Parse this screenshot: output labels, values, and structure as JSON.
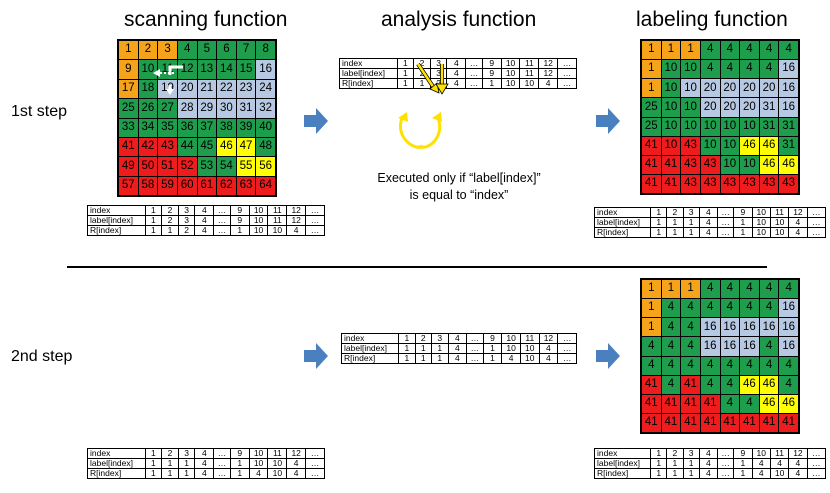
{
  "headings": {
    "scanning": "scanning function",
    "analysis": "analysis function",
    "labeling": "labeling function"
  },
  "steps": {
    "first": "1st step",
    "second": "2nd step"
  },
  "note": {
    "line1": "Executed only if “label[index]”",
    "line2": "is equal to “index”"
  },
  "colors": {
    "orange": "#f5a31a",
    "green": "#1e9e4c",
    "blue": "#b7c9e2",
    "yellow": "#ffff00",
    "red": "#ee1c1c",
    "arrow": "#4a7fc0"
  },
  "grids": {
    "scan": {
      "colors": [
        "OOOGGGGG",
        "OGGGGGGB",
        "OGBBBBBB",
        "GGGBBBBB",
        "GGGGGGGG",
        "RRRGGYYG",
        "RRRRGGYY",
        "RRRRRRRR"
      ],
      "values": [
        [
          "1",
          "2",
          "3",
          "4",
          "5",
          "6",
          "7",
          "8"
        ],
        [
          "9",
          "10",
          "11",
          "12",
          "13",
          "14",
          "15",
          "16"
        ],
        [
          "17",
          "18",
          "19",
          "20",
          "21",
          "22",
          "23",
          "24"
        ],
        [
          "25",
          "26",
          "27",
          "28",
          "29",
          "30",
          "31",
          "32"
        ],
        [
          "33",
          "34",
          "35",
          "36",
          "37",
          "38",
          "39",
          "40"
        ],
        [
          "41",
          "42",
          "43",
          "44",
          "45",
          "46",
          "47",
          "48"
        ],
        [
          "49",
          "50",
          "51",
          "52",
          "53",
          "54",
          "55",
          "56"
        ],
        [
          "57",
          "58",
          "59",
          "60",
          "61",
          "62",
          "63",
          "64"
        ]
      ]
    },
    "label1": {
      "colors": [
        "OOOGGGGG",
        "OGGGGGGB",
        "OGBBBBBB",
        "GGGBBBBB",
        "GGGGGGGG",
        "RRRGGYYG",
        "RRRRGGYY",
        "RRRRRRRR"
      ],
      "values": [
        [
          "1",
          "1",
          "1",
          "4",
          "4",
          "4",
          "4",
          "4"
        ],
        [
          "1",
          "10",
          "10",
          "4",
          "4",
          "4",
          "4",
          "16"
        ],
        [
          "1",
          "10",
          "10",
          "20",
          "20",
          "20",
          "20",
          "16"
        ],
        [
          "25",
          "10",
          "10",
          "20",
          "20",
          "20",
          "31",
          "16"
        ],
        [
          "25",
          "10",
          "10",
          "10",
          "10",
          "10",
          "31",
          "31"
        ],
        [
          "41",
          "10",
          "43",
          "10",
          "10",
          "46",
          "46",
          "31"
        ],
        [
          "41",
          "41",
          "43",
          "43",
          "10",
          "10",
          "46",
          "46"
        ],
        [
          "41",
          "41",
          "43",
          "43",
          "43",
          "43",
          "43",
          "43"
        ]
      ]
    },
    "label2": {
      "colors": [
        "OOOGGGGG",
        "OGGGGGGB",
        "OGGBBBBB",
        "GGGBBBGB",
        "GGGGGGGG",
        "RGRGGYYG",
        "RRRRGGYY",
        "RRRRRRRR"
      ],
      "values": [
        [
          "1",
          "1",
          "1",
          "4",
          "4",
          "4",
          "4",
          "4"
        ],
        [
          "1",
          "4",
          "4",
          "4",
          "4",
          "4",
          "4",
          "16"
        ],
        [
          "1",
          "4",
          "4",
          "16",
          "16",
          "16",
          "16",
          "16"
        ],
        [
          "4",
          "4",
          "4",
          "16",
          "16",
          "16",
          "4",
          "16"
        ],
        [
          "4",
          "4",
          "4",
          "4",
          "4",
          "4",
          "4",
          "4"
        ],
        [
          "41",
          "4",
          "41",
          "4",
          "4",
          "46",
          "46",
          "4"
        ],
        [
          "41",
          "41",
          "41",
          "41",
          "4",
          "4",
          "46",
          "46"
        ],
        [
          "41",
          "41",
          "41",
          "41",
          "41",
          "41",
          "41",
          "41"
        ]
      ]
    }
  },
  "tables": {
    "s1_scan": {
      "index": [
        "index",
        "1",
        "2",
        "3",
        "4",
        "…",
        "9",
        "10",
        "11",
        "12",
        "…"
      ],
      "label": [
        "label[index]",
        "1",
        "2",
        "3",
        "4",
        "…",
        "9",
        "10",
        "11",
        "12",
        "…"
      ],
      "r": [
        "R[index]",
        "1",
        "1",
        "2",
        "4",
        "…",
        "1",
        "10",
        "10",
        "4",
        "…"
      ]
    },
    "s1_analysis": {
      "index": [
        "index",
        "1",
        "2",
        "3",
        "4",
        "…",
        "9",
        "10",
        "11",
        "12",
        "…"
      ],
      "label": [
        "label[index]",
        "1",
        "2",
        "3",
        "4",
        "…",
        "9",
        "10",
        "11",
        "12",
        "…"
      ],
      "r": [
        "R[index]",
        "1",
        "1",
        "2",
        "4",
        "…",
        "1",
        "10",
        "10",
        "4",
        "…"
      ]
    },
    "s1_label": {
      "index": [
        "index",
        "1",
        "2",
        "3",
        "4",
        "…",
        "9",
        "10",
        "11",
        "12",
        "…"
      ],
      "label": [
        "label[index]",
        "1",
        "1",
        "1",
        "4",
        "…",
        "1",
        "10",
        "10",
        "4",
        "…"
      ],
      "r": [
        "R[index]",
        "1",
        "1",
        "1",
        "4",
        "…",
        "1",
        "10",
        "10",
        "4",
        "…"
      ]
    },
    "s2_analysis": {
      "index": [
        "index",
        "1",
        "2",
        "3",
        "4",
        "…",
        "9",
        "10",
        "11",
        "12",
        "…"
      ],
      "label": [
        "label[index]",
        "1",
        "1",
        "1",
        "4",
        "…",
        "1",
        "10",
        "10",
        "4",
        "…"
      ],
      "r": [
        "R[index]",
        "1",
        "1",
        "1",
        "4",
        "…",
        "1",
        "4",
        "10",
        "4",
        "…"
      ]
    },
    "s2_scan": {
      "index": [
        "index",
        "1",
        "2",
        "3",
        "4",
        "…",
        "9",
        "10",
        "11",
        "12",
        "…"
      ],
      "label": [
        "label[index]",
        "1",
        "1",
        "1",
        "4",
        "…",
        "1",
        "10",
        "10",
        "4",
        "…"
      ],
      "r": [
        "R[index]",
        "1",
        "1",
        "1",
        "4",
        "…",
        "1",
        "4",
        "10",
        "4",
        "…"
      ]
    },
    "s2_label": {
      "index": [
        "index",
        "1",
        "2",
        "3",
        "4",
        "…",
        "9",
        "10",
        "11",
        "12",
        "…"
      ],
      "label": [
        "label[index]",
        "1",
        "1",
        "1",
        "4",
        "…",
        "1",
        "4",
        "4",
        "4",
        "…"
      ],
      "r": [
        "R[index]",
        "1",
        "1",
        "1",
        "4",
        "…",
        "1",
        "4",
        "10",
        "4",
        "…"
      ]
    }
  }
}
